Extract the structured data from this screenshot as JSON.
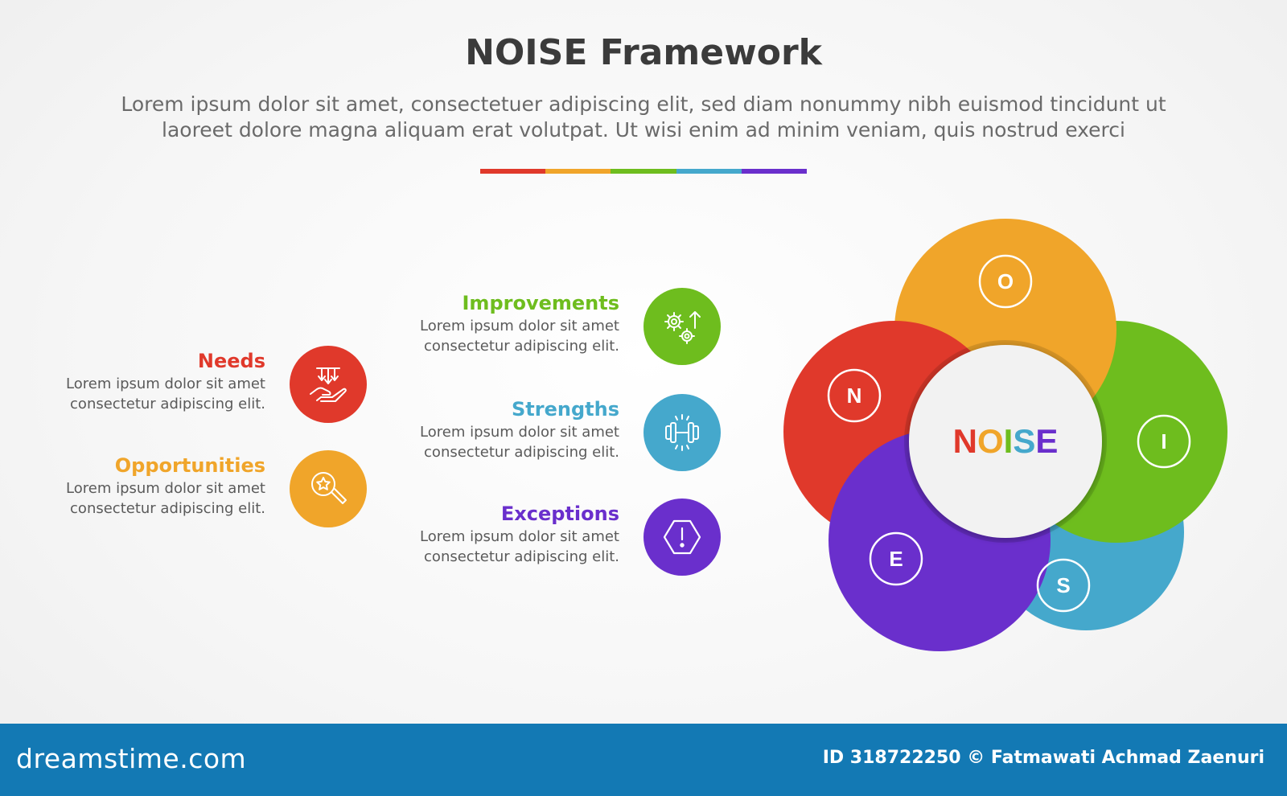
{
  "header": {
    "title": "NOISE Framework",
    "subtitle_line1": "Lorem ipsum dolor sit amet, consectetuer adipiscing elit, sed diam nonummy nibh euismod tincidunt ut",
    "subtitle_line2": "laoreet dolore magna aliquam erat volutpat. Ut wisi enim ad minim veniam, quis nostrud exerci"
  },
  "colors": {
    "red": "#e0392b",
    "orange": "#f0a52a",
    "green": "#6ebd1e",
    "blue": "#45a8cc",
    "purple": "#6a2fcc"
  },
  "items": [
    {
      "label": "Needs",
      "desc1": "Lorem ipsum dolor sit amet",
      "desc2": "consectetur adipiscing elit.",
      "icon": "hand-arrows-down-icon",
      "color": "#e0392b"
    },
    {
      "label": "Opportunities",
      "desc1": "Lorem ipsum dolor sit amet",
      "desc2": "consectetur adipiscing elit.",
      "icon": "magnifier-star-icon",
      "color": "#f0a52a"
    },
    {
      "label": "Improvements",
      "desc1": "Lorem ipsum dolor sit amet",
      "desc2": "consectetur adipiscing elit.",
      "icon": "gears-arrow-up-icon",
      "color": "#6ebd1e"
    },
    {
      "label": "Strengths",
      "desc1": "Lorem ipsum dolor sit amet",
      "desc2": "consectetur adipiscing elit.",
      "icon": "dumbbell-icon",
      "color": "#45a8cc"
    },
    {
      "label": "Exceptions",
      "desc1": "Lorem ipsum dolor sit amet",
      "desc2": "consectetur adipiscing elit.",
      "icon": "hexagon-alert-icon",
      "color": "#6a2fcc"
    }
  ],
  "diagram": {
    "center_word": [
      "N",
      "O",
      "I",
      "S",
      "E"
    ],
    "petals": [
      "O",
      "N",
      "I",
      "E",
      "S"
    ]
  },
  "footer": {
    "brand": "dreamstime.com",
    "credit": "ID 318722250 © Fatmawati Achmad Zaenuri"
  }
}
